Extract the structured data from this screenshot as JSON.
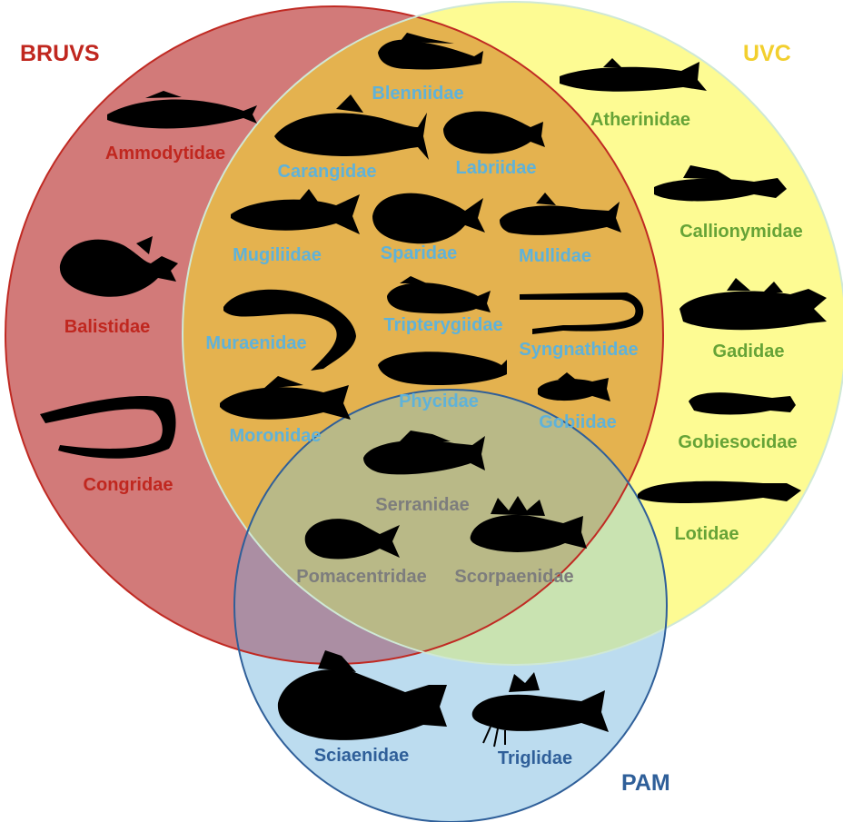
{
  "colors": {
    "bruvs": "#c02a23",
    "uvc": "#f2cf2e",
    "pam": "#2f5f99",
    "bruvs_label": "#c0271f",
    "uvc_label": "#66a337",
    "pam_label": "#2f5f99",
    "bruvs_uvc_label": "#5fb2d9",
    "all_three_label": "#7d7d7d",
    "silhouette": "#000000"
  },
  "sets": {
    "bruvs": {
      "label": "BRUVS"
    },
    "uvc": {
      "label": "UVC"
    },
    "pam": {
      "label": "PAM"
    }
  },
  "regions": {
    "bruvs_only": {
      "families": [
        {
          "name": "Ammodytidae",
          "icon": "sand-eel-silhouette"
        },
        {
          "name": "Balistidae",
          "icon": "triggerfish-silhouette"
        },
        {
          "name": "Congridae",
          "icon": "conger-eel-silhouette"
        }
      ]
    },
    "bruvs_uvc": {
      "families": [
        {
          "name": "Blenniidae",
          "icon": "blenny-silhouette"
        },
        {
          "name": "Carangidae",
          "icon": "jack-silhouette"
        },
        {
          "name": "Labriidae",
          "icon": "wrasse-silhouette"
        },
        {
          "name": "Mugiliidae",
          "icon": "mullet-silhouette"
        },
        {
          "name": "Sparidae",
          "icon": "seabream-silhouette"
        },
        {
          "name": "Mullidae",
          "icon": "goatfish-silhouette"
        },
        {
          "name": "Muraenidae",
          "icon": "moray-silhouette"
        },
        {
          "name": "Tripterygiidae",
          "icon": "triplefin-silhouette"
        },
        {
          "name": "Syngnathidae",
          "icon": "pipefish-silhouette"
        },
        {
          "name": "Phycidae",
          "icon": "forkbeard-silhouette"
        },
        {
          "name": "Moronidae",
          "icon": "seabass-silhouette"
        },
        {
          "name": "Gobiidae",
          "icon": "goby-silhouette"
        }
      ]
    },
    "uvc_only": {
      "families": [
        {
          "name": "Atherinidae",
          "icon": "silverside-silhouette"
        },
        {
          "name": "Callionymidae",
          "icon": "dragonet-silhouette"
        },
        {
          "name": "Gadidae",
          "icon": "cod-silhouette"
        },
        {
          "name": "Gobiesocidae",
          "icon": "clingfish-silhouette"
        },
        {
          "name": "Lotidae",
          "icon": "ling-silhouette"
        }
      ]
    },
    "all_three": {
      "families": [
        {
          "name": "Serranidae",
          "icon": "grouper-silhouette"
        },
        {
          "name": "Pomacentridae",
          "icon": "damselfish-silhouette"
        },
        {
          "name": "Scorpaenidae",
          "icon": "scorpionfish-silhouette"
        }
      ]
    },
    "pam_only": {
      "families": [
        {
          "name": "Sciaenidae",
          "icon": "drum-silhouette"
        },
        {
          "name": "Triglidae",
          "icon": "gurnard-silhouette"
        }
      ]
    }
  }
}
